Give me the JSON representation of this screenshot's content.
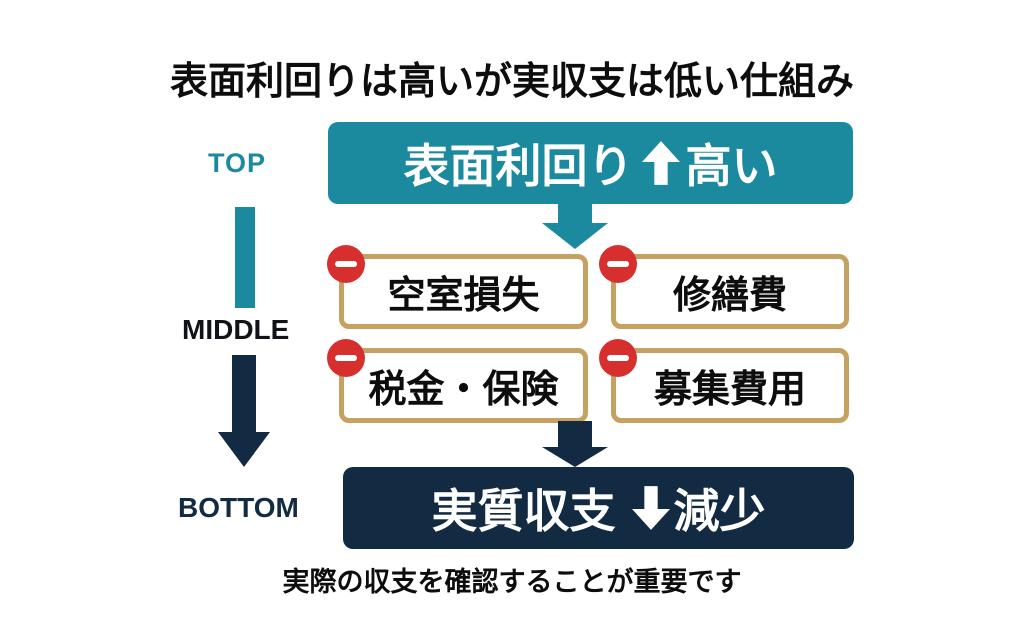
{
  "title": "表面利回りは高いが実収支は低い仕組み",
  "rail": {
    "top_label": "TOP",
    "middle_label": "MIDDLE",
    "bottom_label": "BOTTOM"
  },
  "flow": {
    "top_banner": {
      "text_before": "表面利回り",
      "text_after": "高い",
      "arrow_icon": "up-arrow-icon"
    },
    "deduction_boxes": [
      {
        "label": "空室損失",
        "icon": "minus-icon"
      },
      {
        "label": "修繕費",
        "icon": "minus-icon"
      },
      {
        "label": "税金・保険",
        "icon": "minus-icon"
      },
      {
        "label": "募集費用",
        "icon": "minus-icon"
      }
    ],
    "bottom_banner": {
      "text_before": "実質収支",
      "text_after": "減少",
      "arrow_icon": "down-arrow-icon"
    }
  },
  "caption": "実際の収支を確認することが重要です",
  "colors": {
    "teal": "#1b8a9e",
    "navy": "#122b42",
    "gold_border": "#c6a262",
    "minus_red": "#d72f2e",
    "text_black": "#0d0d0d",
    "white": "#ffffff"
  }
}
